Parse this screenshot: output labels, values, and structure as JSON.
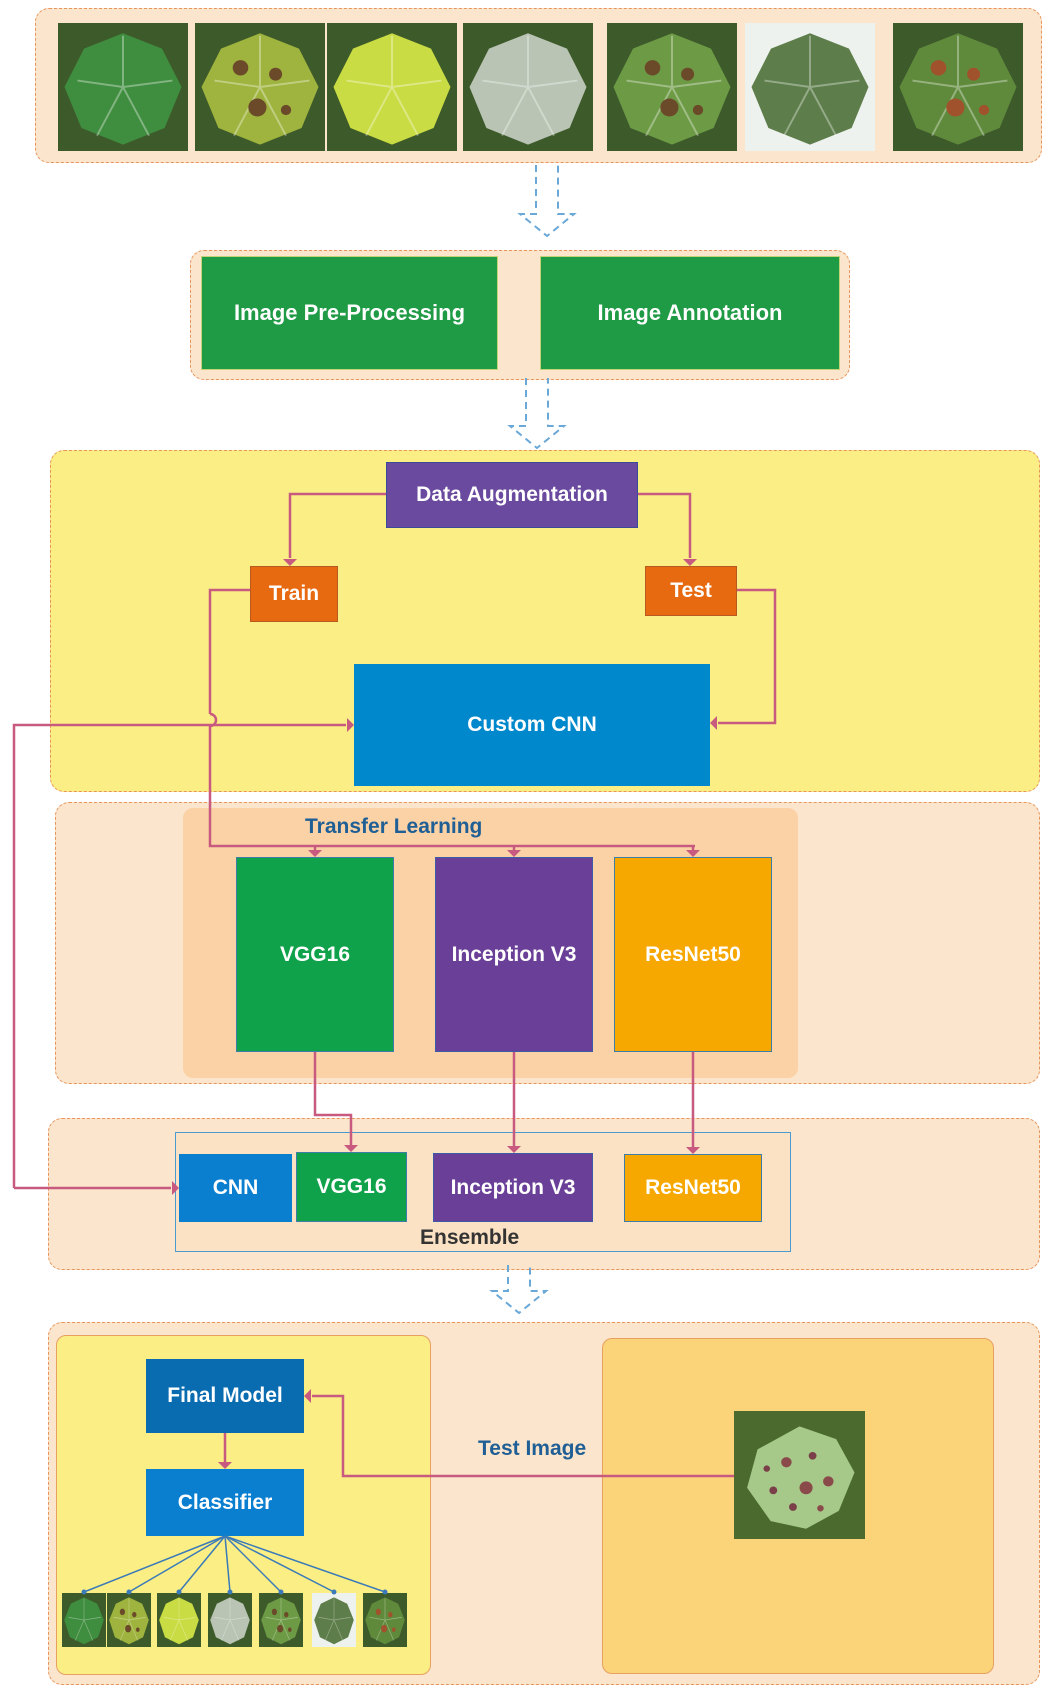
{
  "stages": {
    "preprocessing": {
      "left": "Image Pre-Processing",
      "right": "Image Annotation"
    },
    "augmentation": {
      "title": "Data Augmentation",
      "train": "Train",
      "test": "Test",
      "custom_cnn": "Custom CNN"
    },
    "transfer": {
      "title": "Transfer Learning",
      "models": [
        "VGG16",
        "Inception V3",
        "ResNet50"
      ]
    },
    "ensemble": {
      "models": [
        "CNN",
        "VGG16",
        "Inception V3",
        "ResNet50"
      ],
      "title": "Ensemble"
    },
    "final": {
      "final_model": "Final Model",
      "classifier": "Classifier",
      "test_image": "Test Image"
    }
  },
  "leaf_samples": [
    {
      "icon": "healthy-leaf",
      "color": "#3f8d3f"
    },
    {
      "icon": "spotted-leaf",
      "color": "#9fb43e"
    },
    {
      "icon": "yellow-leaf",
      "color": "#c9dc43"
    },
    {
      "icon": "mildew-leaf",
      "color": "#b9c4b4"
    },
    {
      "icon": "blight-leaf",
      "color": "#6d9a45"
    },
    {
      "icon": "curl-leaf",
      "color": "#5d7d4a"
    },
    {
      "icon": "scorched-leaf",
      "color": "#5f8a3b"
    }
  ],
  "colors": {
    "panel_border": "#e8945a",
    "green": "#1f9a45",
    "purple": "#6a4a9e",
    "orange": "#e86a10",
    "blue": "#0088cc",
    "amber": "#f7a800",
    "arrow": "#c85a80"
  }
}
